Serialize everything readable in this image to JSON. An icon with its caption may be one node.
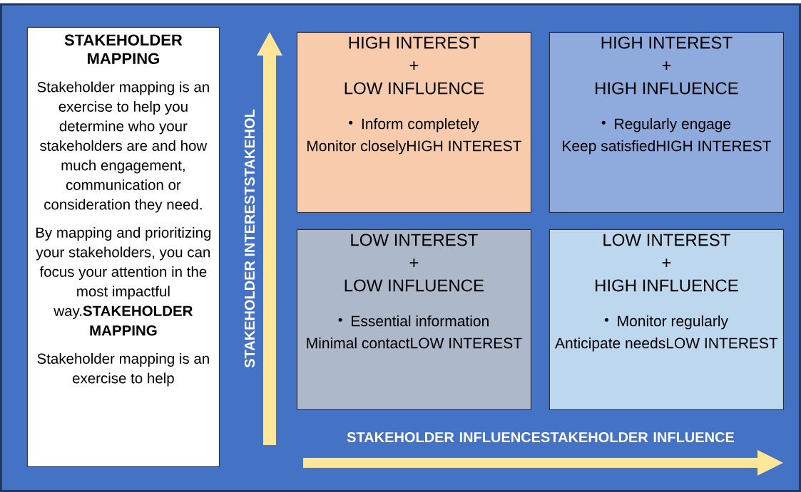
{
  "diagram": {
    "nodes": [
      {
        "text": [
          "STAKEHOLDER MAPPING",
          "Stakeholder mapping is an exercise to help you determine who your stakeholders are and how much engagement, communication or consideration they need.",
          "By mapping and prioritizing your stakeholders, you can focus your attention in the most impactful way.**STAKEHOLDER MAPPING**",
          "Stakeholder mapping is an exercise to help"
        ]
      },
      {
        "text": [
          "HIGH INTEREST",
          "+",
          "LOW INFLUENCE",
          "Inform completely",
          "Monitor closelyHIGH INTEREST"
        ]
      },
      {
        "text": [
          "HIGH INTEREST",
          "+",
          "HIGH INFLUENCE",
          "Regularly engage",
          "Keep satisfiedHIGH INTEREST"
        ]
      },
      {
        "text": [
          "LOW INTEREST",
          "+",
          "LOW INFLUENCE",
          "Essential information",
          "Minimal contactLOW INTEREST"
        ]
      },
      {
        "text": [
          "LOW INTEREST",
          "+",
          "HIGH INFLUENCE",
          "Monitor regularly",
          "Anticipate needsLOW INTEREST"
        ]
      }
    ],
    "labels": [
      "STAKEHOLDER INTERESTSTAKEHOL",
      "STAKEHOLDER INFLUENCESTAKEHOLDER INFLUENCE"
    ]
  }
}
